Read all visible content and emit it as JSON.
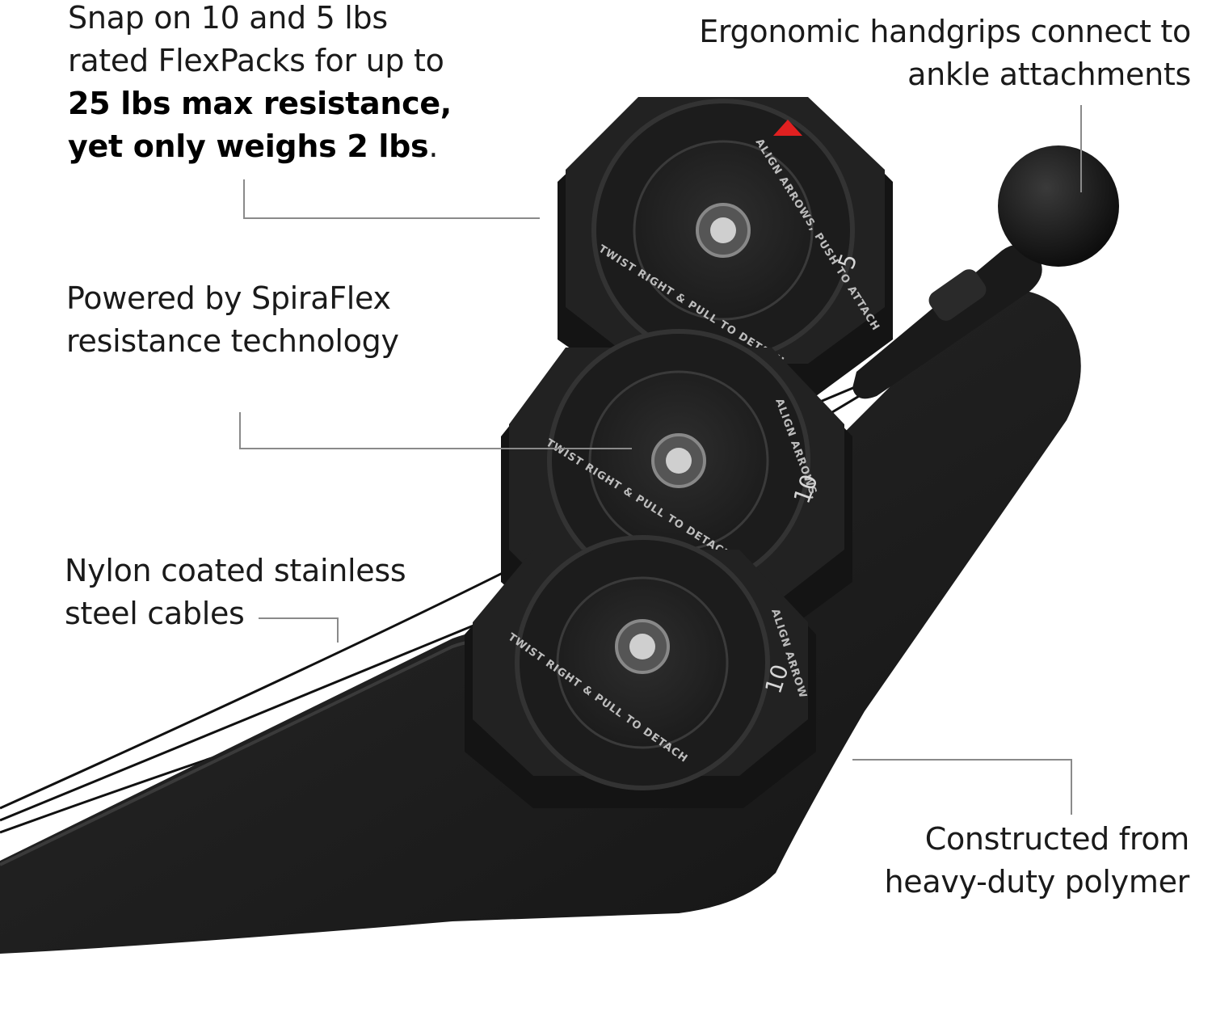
{
  "callouts": {
    "flexpacks": {
      "line1": "Snap on 10 and 5 lbs",
      "line2": "rated FlexPacks for up to",
      "line3_bold": "25 lbs max resistance,",
      "line4_bold": "yet only weighs 2 lbs",
      "line4_end": "."
    },
    "handgrips": {
      "line1": "Ergonomic handgrips connect to",
      "line2": "ankle attachments"
    },
    "spiraflex": {
      "line1": "Powered by SpiraFlex",
      "line2": "resistance technology"
    },
    "cables": {
      "line1": "Nylon coated stainless",
      "line2": "steel cables"
    },
    "polymer": {
      "line1": "Constructed from",
      "line2": "heavy-duty polymer"
    }
  },
  "packs": {
    "top": {
      "number": "5",
      "twist_label": "TWIST RIGHT & PULL TO DETACH",
      "align_label": "ALIGN ARROWS, PUSH TO ATTACH"
    },
    "middle": {
      "number": "10",
      "twist_label": "TWIST RIGHT & PULL TO DETACH",
      "align_label": "ALIGN ARROWS,"
    },
    "bottom": {
      "number": "10",
      "twist_label": "TWIST RIGHT & PULL TO DETACH",
      "align_label": "ALIGN ARROW"
    }
  },
  "colors": {
    "product_body": "#1c1c1c",
    "pack_face": "#252525",
    "arrow_marker": "#e02020",
    "leader_line": "#8a8a8a"
  }
}
